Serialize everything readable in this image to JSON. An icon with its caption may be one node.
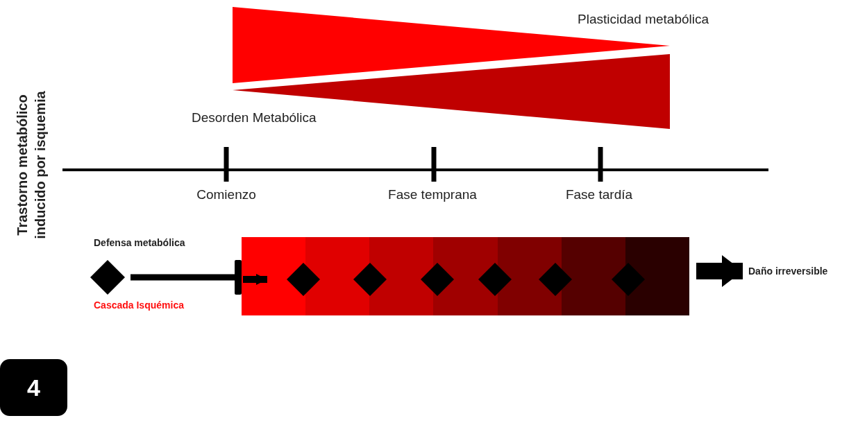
{
  "diagram": {
    "nodes": [
      {
        "text": [],
        "shape": "diamond",
        "beside": [
          "Defensa metabólica",
          "Cascada Isquémica"
        ]
      },
      {
        "text": [],
        "shape": "box"
      },
      {
        "text": [],
        "shape": "diamond",
        "in": 1
      },
      {
        "text": [],
        "shape": "diamond",
        "in": 1
      },
      {
        "text": [],
        "shape": "diamond",
        "in": 1
      },
      {
        "text": [],
        "shape": "diamond",
        "in": 1
      },
      {
        "text": [],
        "shape": "diamond",
        "in": 1
      },
      {
        "text": [],
        "shape": "diamond",
        "in": 1
      },
      {
        "text": [
          "Daño irreversible"
        ]
      },
      {
        "text": [
          "4"
        ]
      }
    ],
    "edges": [
      {
        "from": 0,
        "to": 1,
        "arrow": "other"
      },
      {
        "from": null,
        "to": 2,
        "arrow": "to"
      },
      {
        "from": 1,
        "to": 8,
        "arrow": "to",
        "style": "thick"
      }
    ],
    "labels": [
      "Plasticidad metabólica",
      "Desorden Metabólica",
      "Trastorno metabólico inducido por isquemia",
      "Comienzo",
      "Fase temprana",
      "Fase tardía"
    ]
  }
}
